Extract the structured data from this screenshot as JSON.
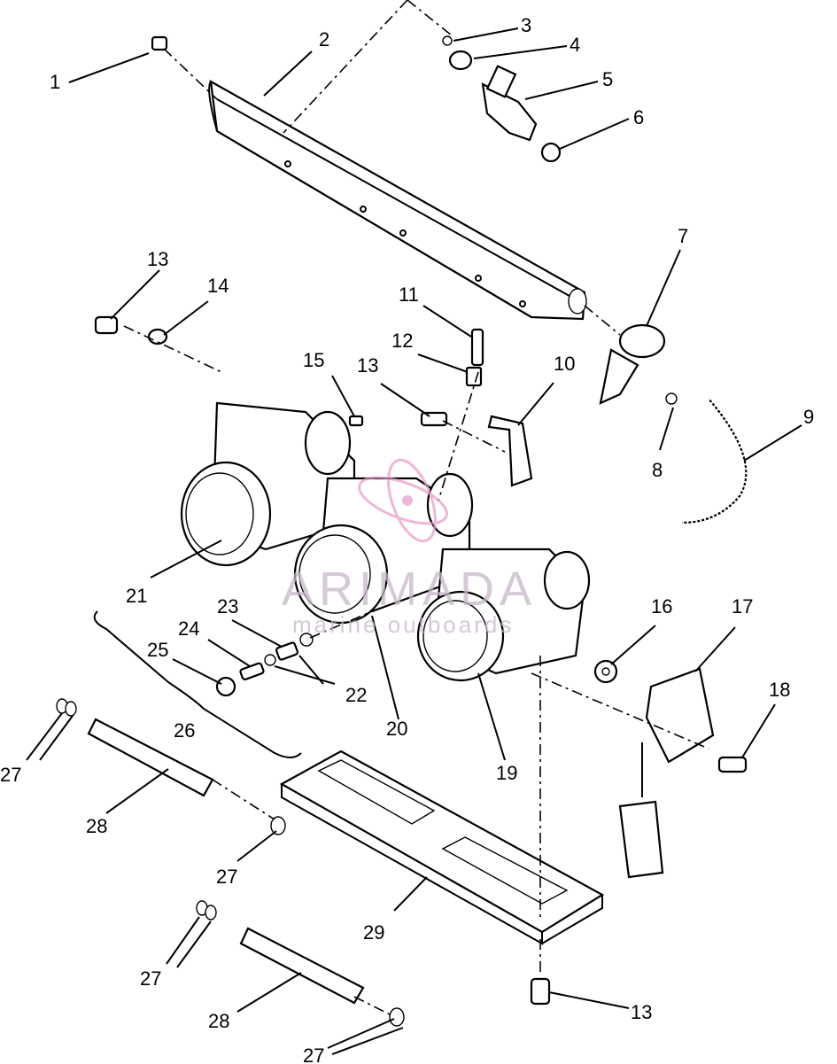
{
  "watermark": {
    "line1": "ARIMADA",
    "line2": "marine outboards",
    "color": "#e89ac8"
  },
  "labels": [
    {
      "id": "l1",
      "text": "1"
    },
    {
      "id": "l2",
      "text": "2"
    },
    {
      "id": "l3",
      "text": "3"
    },
    {
      "id": "l4",
      "text": "4"
    },
    {
      "id": "l5",
      "text": "5"
    },
    {
      "id": "l6",
      "text": "6"
    },
    {
      "id": "l7",
      "text": "7"
    },
    {
      "id": "l8",
      "text": "8"
    },
    {
      "id": "l9",
      "text": "9"
    },
    {
      "id": "l10",
      "text": "10"
    },
    {
      "id": "l11",
      "text": "11"
    },
    {
      "id": "l12",
      "text": "12"
    },
    {
      "id": "l13a",
      "text": "13"
    },
    {
      "id": "l13b",
      "text": "13"
    },
    {
      "id": "l13c",
      "text": "13"
    },
    {
      "id": "l14",
      "text": "14"
    },
    {
      "id": "l15",
      "text": "15"
    },
    {
      "id": "l16",
      "text": "16"
    },
    {
      "id": "l17",
      "text": "17"
    },
    {
      "id": "l18",
      "text": "18"
    },
    {
      "id": "l19",
      "text": "19"
    },
    {
      "id": "l20",
      "text": "20"
    },
    {
      "id": "l21",
      "text": "21"
    },
    {
      "id": "l22",
      "text": "22"
    },
    {
      "id": "l23",
      "text": "23"
    },
    {
      "id": "l24",
      "text": "24"
    },
    {
      "id": "l25",
      "text": "25"
    },
    {
      "id": "l26",
      "text": "26"
    },
    {
      "id": "l27a",
      "text": "27"
    },
    {
      "id": "l27b",
      "text": "27"
    },
    {
      "id": "l27c",
      "text": "27"
    },
    {
      "id": "l27d",
      "text": "27"
    },
    {
      "id": "l28a",
      "text": "28"
    },
    {
      "id": "l28b",
      "text": "28"
    },
    {
      "id": "l29",
      "text": "29"
    }
  ]
}
